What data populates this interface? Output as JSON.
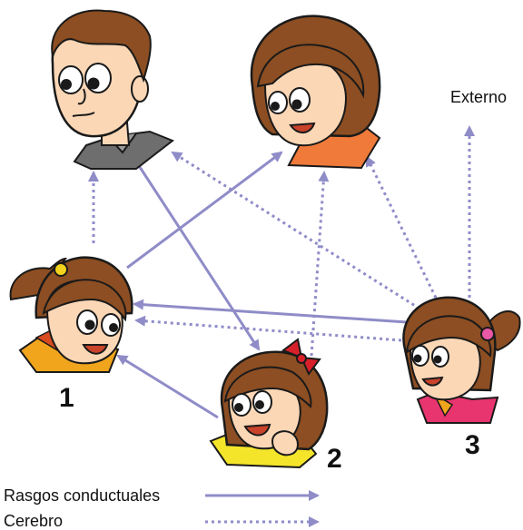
{
  "labels": {
    "external": "Externo",
    "child_1": "1",
    "child_2": "2",
    "child_3": "3"
  },
  "legend": {
    "behavioral": "Rasgos conductuales",
    "brain": "Cerebro"
  },
  "colors": {
    "arrow": "#8f8cc8",
    "skin": "#fbd7b6",
    "outline": "#1a1a1a",
    "brown_hair": "#8c4e22",
    "father_shirt": "#6e6e6e",
    "mother_shirt": "#f07a3a",
    "child1_shirt": "#f1a51c",
    "child2_shirt": "#f4e52a",
    "child3_shirt": "#e8356f",
    "bow_red": "#d8202a",
    "clip_yellow": "#f3d21d",
    "clip_pink": "#ea58a6"
  },
  "icons": [
    "father-face",
    "mother-face",
    "child-1-face",
    "child-2-face",
    "child-3-face"
  ]
}
